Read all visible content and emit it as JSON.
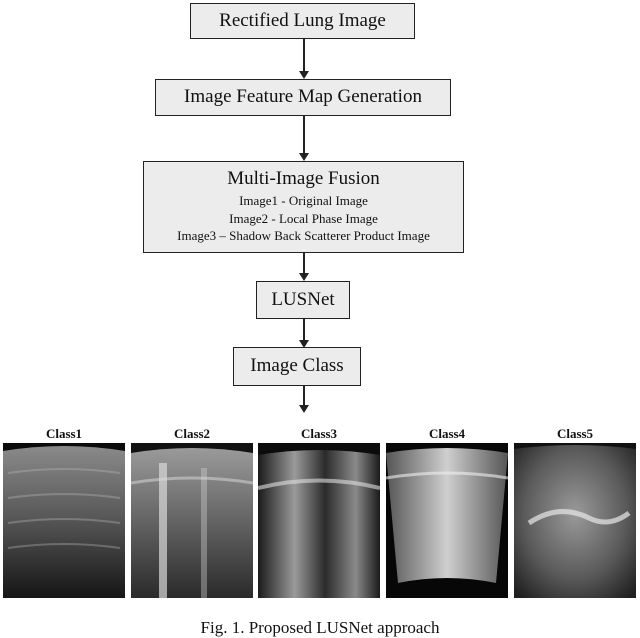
{
  "flow": {
    "rectified": "Rectified Lung Image",
    "feature_map": "Image Feature Map Generation",
    "fusion_title": "Multi-Image Fusion",
    "fusion_lines": [
      "Image1 - Original Image",
      "Image2 - Local Phase Image",
      "Image3 – Shadow Back Scatterer Product Image"
    ],
    "lusnet": "LUSNet",
    "image_class": "Image Class"
  },
  "classes": [
    "Class1",
    "Class2",
    "Class3",
    "Class4",
    "Class5"
  ],
  "caption": "Fig. 1. Proposed LUSNet approach"
}
